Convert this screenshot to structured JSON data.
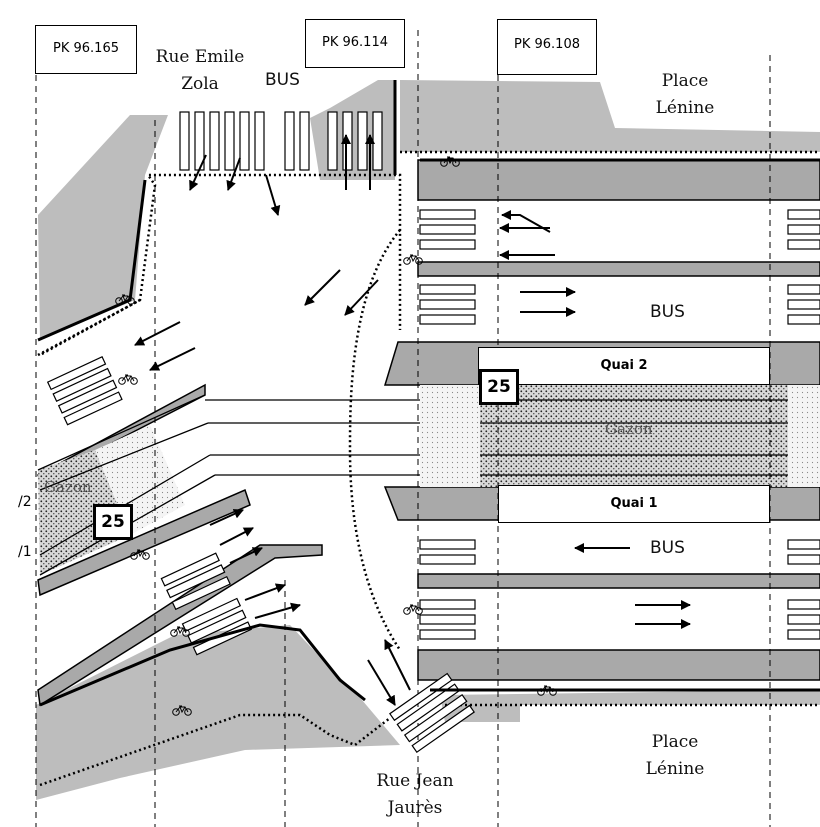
{
  "markers": {
    "pk1": "PK 96.165",
    "pk2": "PK 96.114",
    "pk3": "PK 96.108"
  },
  "streets": {
    "emile_zola": [
      "Rue Emile",
      "Zola"
    ],
    "place_lenine_top": [
      "Place",
      "Lénine"
    ],
    "place_lenine_bottom": [
      "Place",
      "Lénine"
    ],
    "jean_jaures": [
      "Rue Jean",
      "Jaurès"
    ]
  },
  "bus_labels": {
    "top": "BUS",
    "lane_upper": "BUS",
    "lane_lower": "BUS"
  },
  "platforms": {
    "quai_2": "Quai 2",
    "quai_1": "Quai 1",
    "gazon_right": "Gazon",
    "gazon_left": "Gazon"
  },
  "badges": {
    "right": "25",
    "left": "25"
  },
  "edge_labels": {
    "upper": "/2",
    "lower": "/1"
  },
  "colors": {
    "sidewalk_grey": "#bdbdbd",
    "platform_grey": "#a9a9a9",
    "line": "#000000"
  }
}
